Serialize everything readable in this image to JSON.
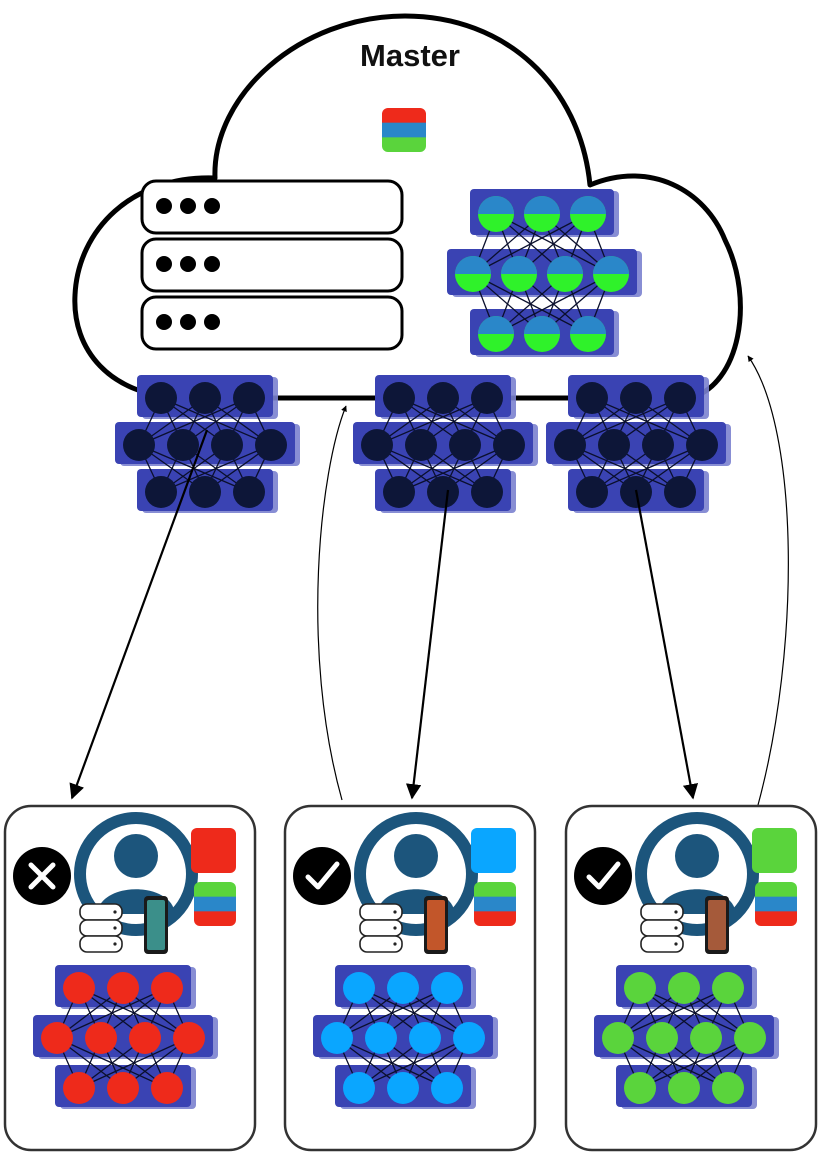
{
  "master": {
    "title": "Master",
    "queue_dots": "•••"
  },
  "colors": {
    "layer_fill": "#3a43b3",
    "layer_shadow": "#7b82cf",
    "node_dark": "#0d1638",
    "client_red": "#ee2a1b",
    "client_blue": "#0aa6ff",
    "client_green": "#5ad43c",
    "mix_blue": "#2a87c9",
    "mix_green": "#2ff22a",
    "user_icon": "#1c557c"
  },
  "clients": [
    {
      "id": "client-1",
      "color_key": "client_red",
      "status": "rejected",
      "status_icon": "x-mark-icon",
      "phone_icon": "phone-galaxy-icon"
    },
    {
      "id": "client-2",
      "color_key": "client_blue",
      "status": "accepted",
      "status_icon": "check-mark-icon",
      "phone_icon": "phone-galaxy-a-icon"
    },
    {
      "id": "client-3",
      "color_key": "client_green",
      "status": "accepted",
      "status_icon": "check-mark-icon",
      "phone_icon": "phone-note-icon"
    }
  ]
}
